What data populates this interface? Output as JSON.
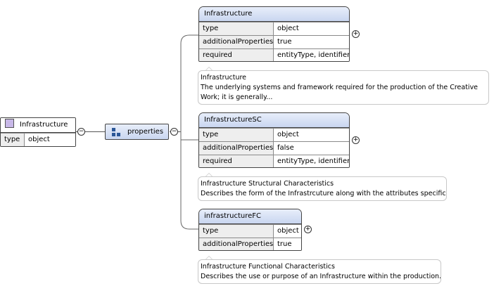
{
  "root": {
    "title": "Infrastructure",
    "rows": [
      {
        "key": "type",
        "value": "object"
      }
    ]
  },
  "properties_node": {
    "label": "properties"
  },
  "children": [
    {
      "title": "Infrastructure",
      "rows": [
        {
          "key": "type",
          "value": "object"
        },
        {
          "key": "additionalProperties",
          "value": "true"
        },
        {
          "key": "required",
          "value": "entityType, identifier"
        }
      ],
      "note_line1": "Infrastructure",
      "note_line2": "The underlying systems and framework required for the production of the Creative",
      "note_line3": "Work; it is generally..."
    },
    {
      "title": "InfrastructureSC",
      "rows": [
        {
          "key": "type",
          "value": "object"
        },
        {
          "key": "additionalProperties",
          "value": "false"
        },
        {
          "key": "required",
          "value": "entityType, identifier"
        }
      ],
      "note_line1": "Infrastructure Structural Characteristics",
      "note_line2": "Describes the form of the Infrastrcuture along with the attributes specific..."
    },
    {
      "title": "infrastructureFC",
      "rows": [
        {
          "key": "type",
          "value": "object"
        },
        {
          "key": "additionalProperties",
          "value": "true"
        }
      ],
      "note_line1": "Infrastructure Functional Characteristics",
      "note_line2": "Describes the use or purpose of an Infrastructure within the production..."
    }
  ],
  "icons": {
    "expand": "⊕",
    "collapse": "⊖",
    "colors": {
      "header_top": "#e8eefa",
      "header_bottom": "#c9d6f0",
      "props_icon": "#2b5797",
      "object_icon": "#c8b8e8"
    }
  }
}
